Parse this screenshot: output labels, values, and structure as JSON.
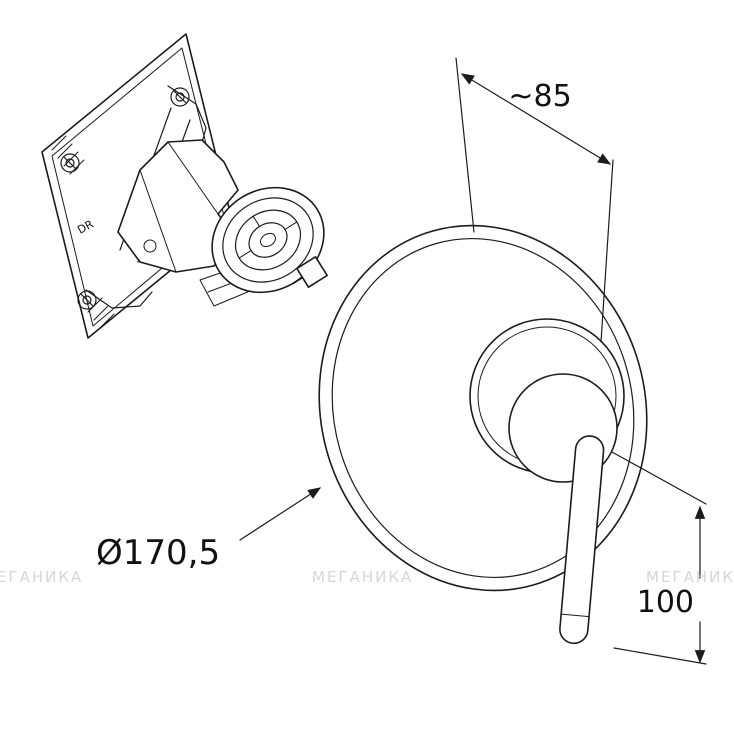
{
  "colors": {
    "ink": "#1c1c1c",
    "watermark": "#cfcfcf",
    "background": "#ffffff"
  },
  "dimensions": {
    "depth_label": "~85",
    "diameter_label": "Ø170,5",
    "lever_length_label": "100"
  },
  "stamp": "DR",
  "watermark": "МЕГАНИКА"
}
